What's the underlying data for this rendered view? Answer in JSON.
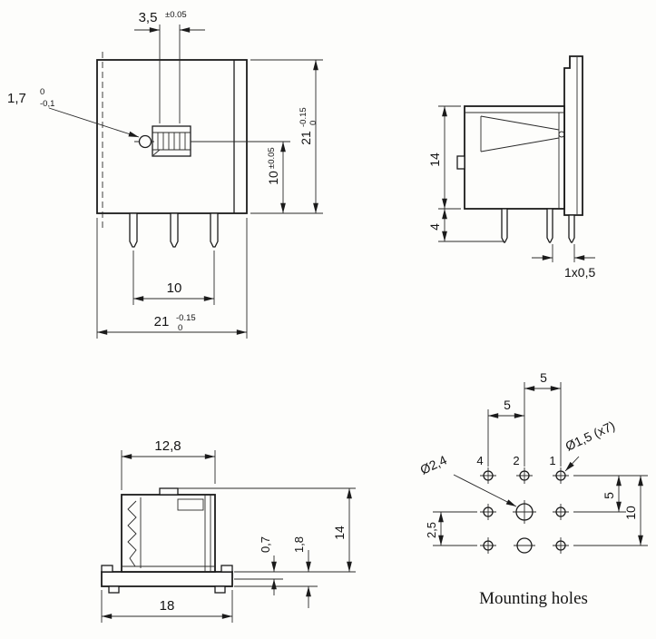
{
  "drawing": {
    "front_view": {
      "slot_width": "3,5",
      "slot_width_tol": "±0.05",
      "hole_dia": "1,7",
      "hole_tol_upper": "0",
      "hole_tol_lower": "-0,1",
      "center_height": "10",
      "center_height_tol": "±0.05",
      "body_height": "21",
      "body_height_tol_upper": "-0.15",
      "body_height_tol_lower": "0",
      "pin_pitch": "10",
      "body_width": "21",
      "body_width_tol_upper": "-0.15",
      "body_width_tol_lower": "0"
    },
    "side_view": {
      "body_depth": "14",
      "pin_length": "4",
      "pin_section": "1x0,5"
    },
    "bottom_view": {
      "inner_width": "12,8",
      "base_width": "18",
      "base_step": "0,7",
      "base_thickness": "1,8",
      "total_height": "14"
    },
    "mounting_view": {
      "pitch_a": "5",
      "pitch_b": "5",
      "hole_label_4": "4",
      "hole_label_2": "2",
      "hole_label_1": "1",
      "small_hole_dia": "Ø1,5 (x7)",
      "large_hole_dia": "Ø2,4",
      "row_pitch": "5",
      "row_total": "10",
      "offset": "2,5",
      "caption": "Mounting holes"
    }
  }
}
